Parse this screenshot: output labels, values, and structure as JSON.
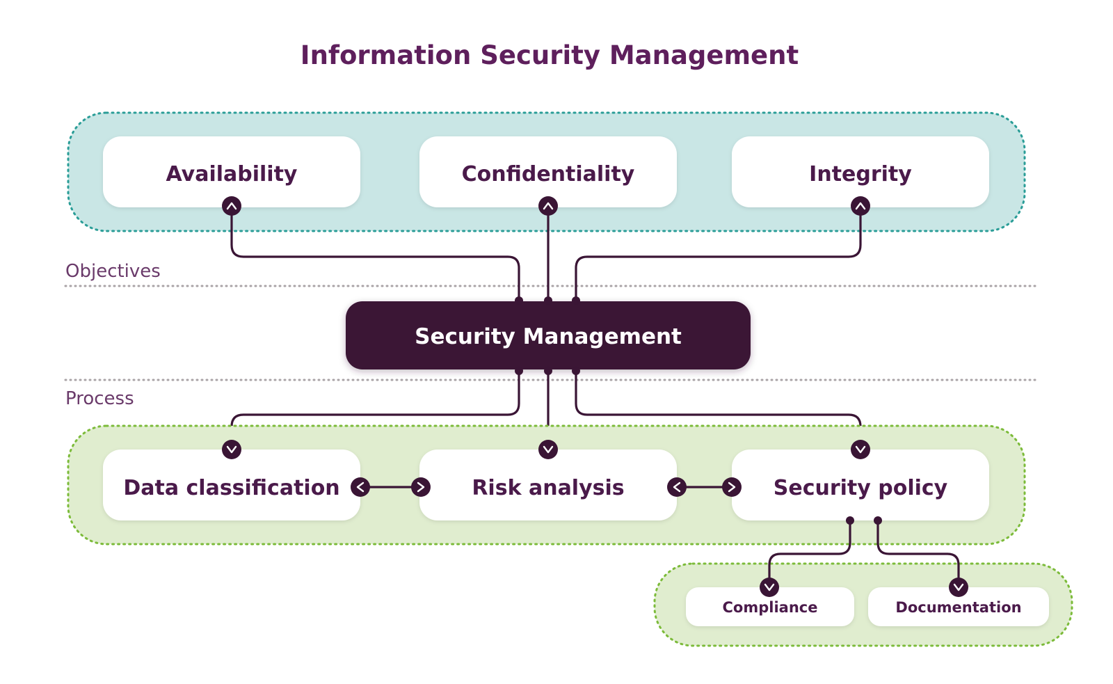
{
  "title": "Information Security Management",
  "sections": {
    "objectives": "Objectives",
    "process": "Process"
  },
  "objectives": [
    {
      "label": "Availability"
    },
    {
      "label": "Confidentiality"
    },
    {
      "label": "Integrity"
    }
  ],
  "core": {
    "label": "Security Management"
  },
  "processes": [
    {
      "label": "Data classification"
    },
    {
      "label": "Risk analysis"
    },
    {
      "label": "Security policy"
    }
  ],
  "policy_children": [
    {
      "label": "Compliance"
    },
    {
      "label": "Documentation"
    }
  ],
  "colors": {
    "accent": "#5e1f5c",
    "dark": "#3a1535",
    "objectives_fill": "#c9e6e5",
    "objectives_border": "#2a9d97",
    "process_fill": "#e0edcf",
    "process_border": "#7cbb3a",
    "separator": "#a9a3a6"
  },
  "icons": {
    "objective_connector": "chevron-up-icon",
    "process_connector": "chevron-down-icon",
    "bidirectional_connector": "chevron-left-right-icon"
  }
}
